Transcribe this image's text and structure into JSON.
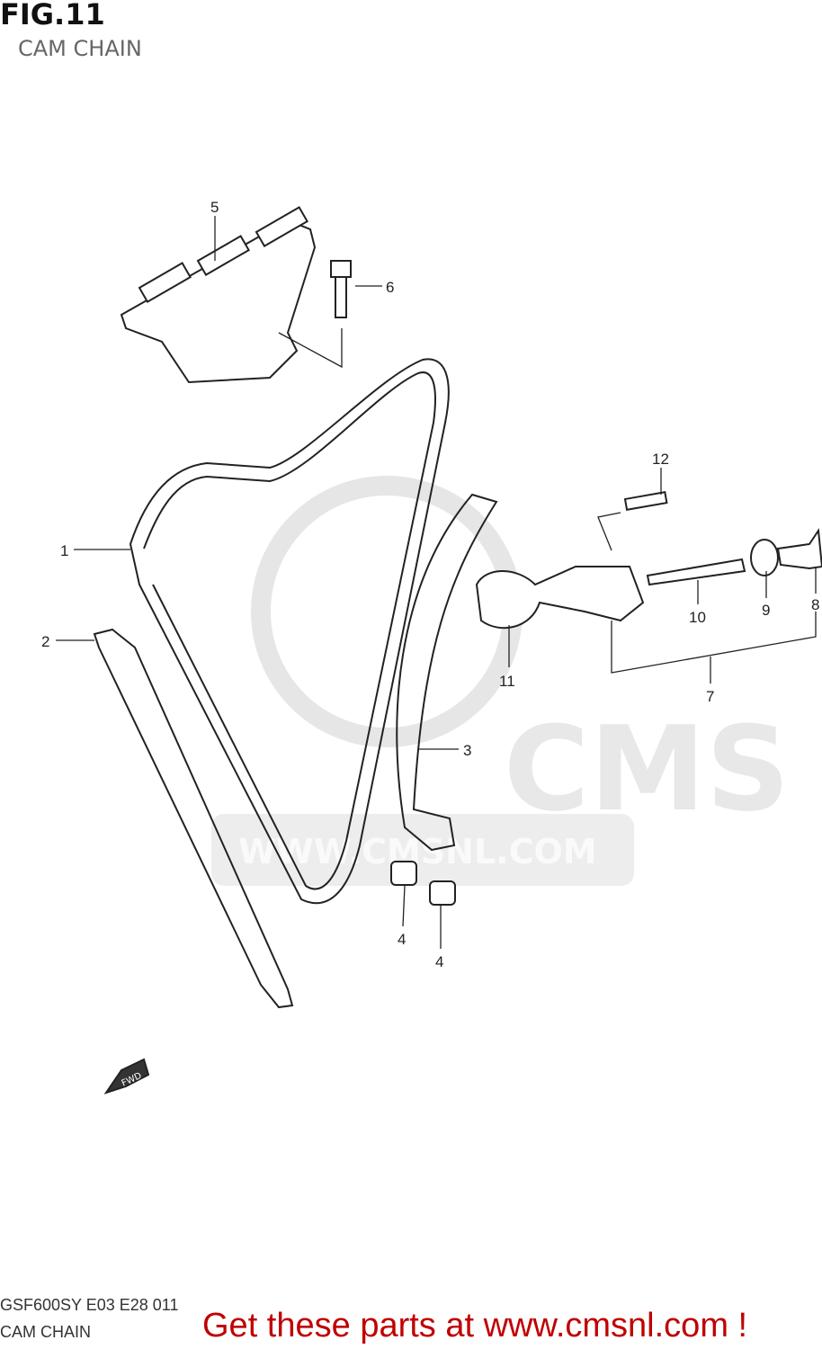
{
  "header": {
    "figure": "FIG.11",
    "title": "CAM CHAIN"
  },
  "callouts": [
    "1",
    "2",
    "3",
    "4",
    "4",
    "5",
    "6",
    "7",
    "8",
    "9",
    "10",
    "11",
    "12"
  ],
  "watermark": {
    "logo": "CMS",
    "url": "WWW.CMSNL.COM"
  },
  "fwd_label": "FWD",
  "footer": {
    "code": "GSF600SY E03 E28 011",
    "title": "CAM CHAIN",
    "promo": "Get these parts at www.cmsnl.com !"
  },
  "colors": {
    "promo": "#c00000",
    "watermark": "#e4e4e4"
  }
}
